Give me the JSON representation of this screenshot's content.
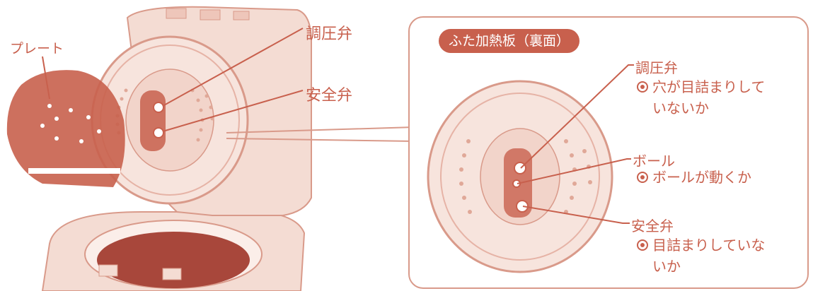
{
  "colors": {
    "accent": "#c8604d",
    "line": "#d99a8a",
    "product_fill": "#f4dcd3",
    "inner_pot": "#a8473b"
  },
  "labels": {
    "plate": "プレート",
    "regulator_valve": "調圧弁",
    "safety_valve": "安全弁"
  },
  "callout": {
    "title": "ふた加熱板（裏面）",
    "regulator": {
      "name": "調圧弁",
      "check": [
        "穴が目詰まりして",
        "いないか"
      ]
    },
    "ball": {
      "name": "ボール",
      "check": [
        "ボールが動くか"
      ]
    },
    "safety": {
      "name": "安全弁",
      "check": [
        "目詰まりしていな",
        "いか"
      ]
    }
  }
}
